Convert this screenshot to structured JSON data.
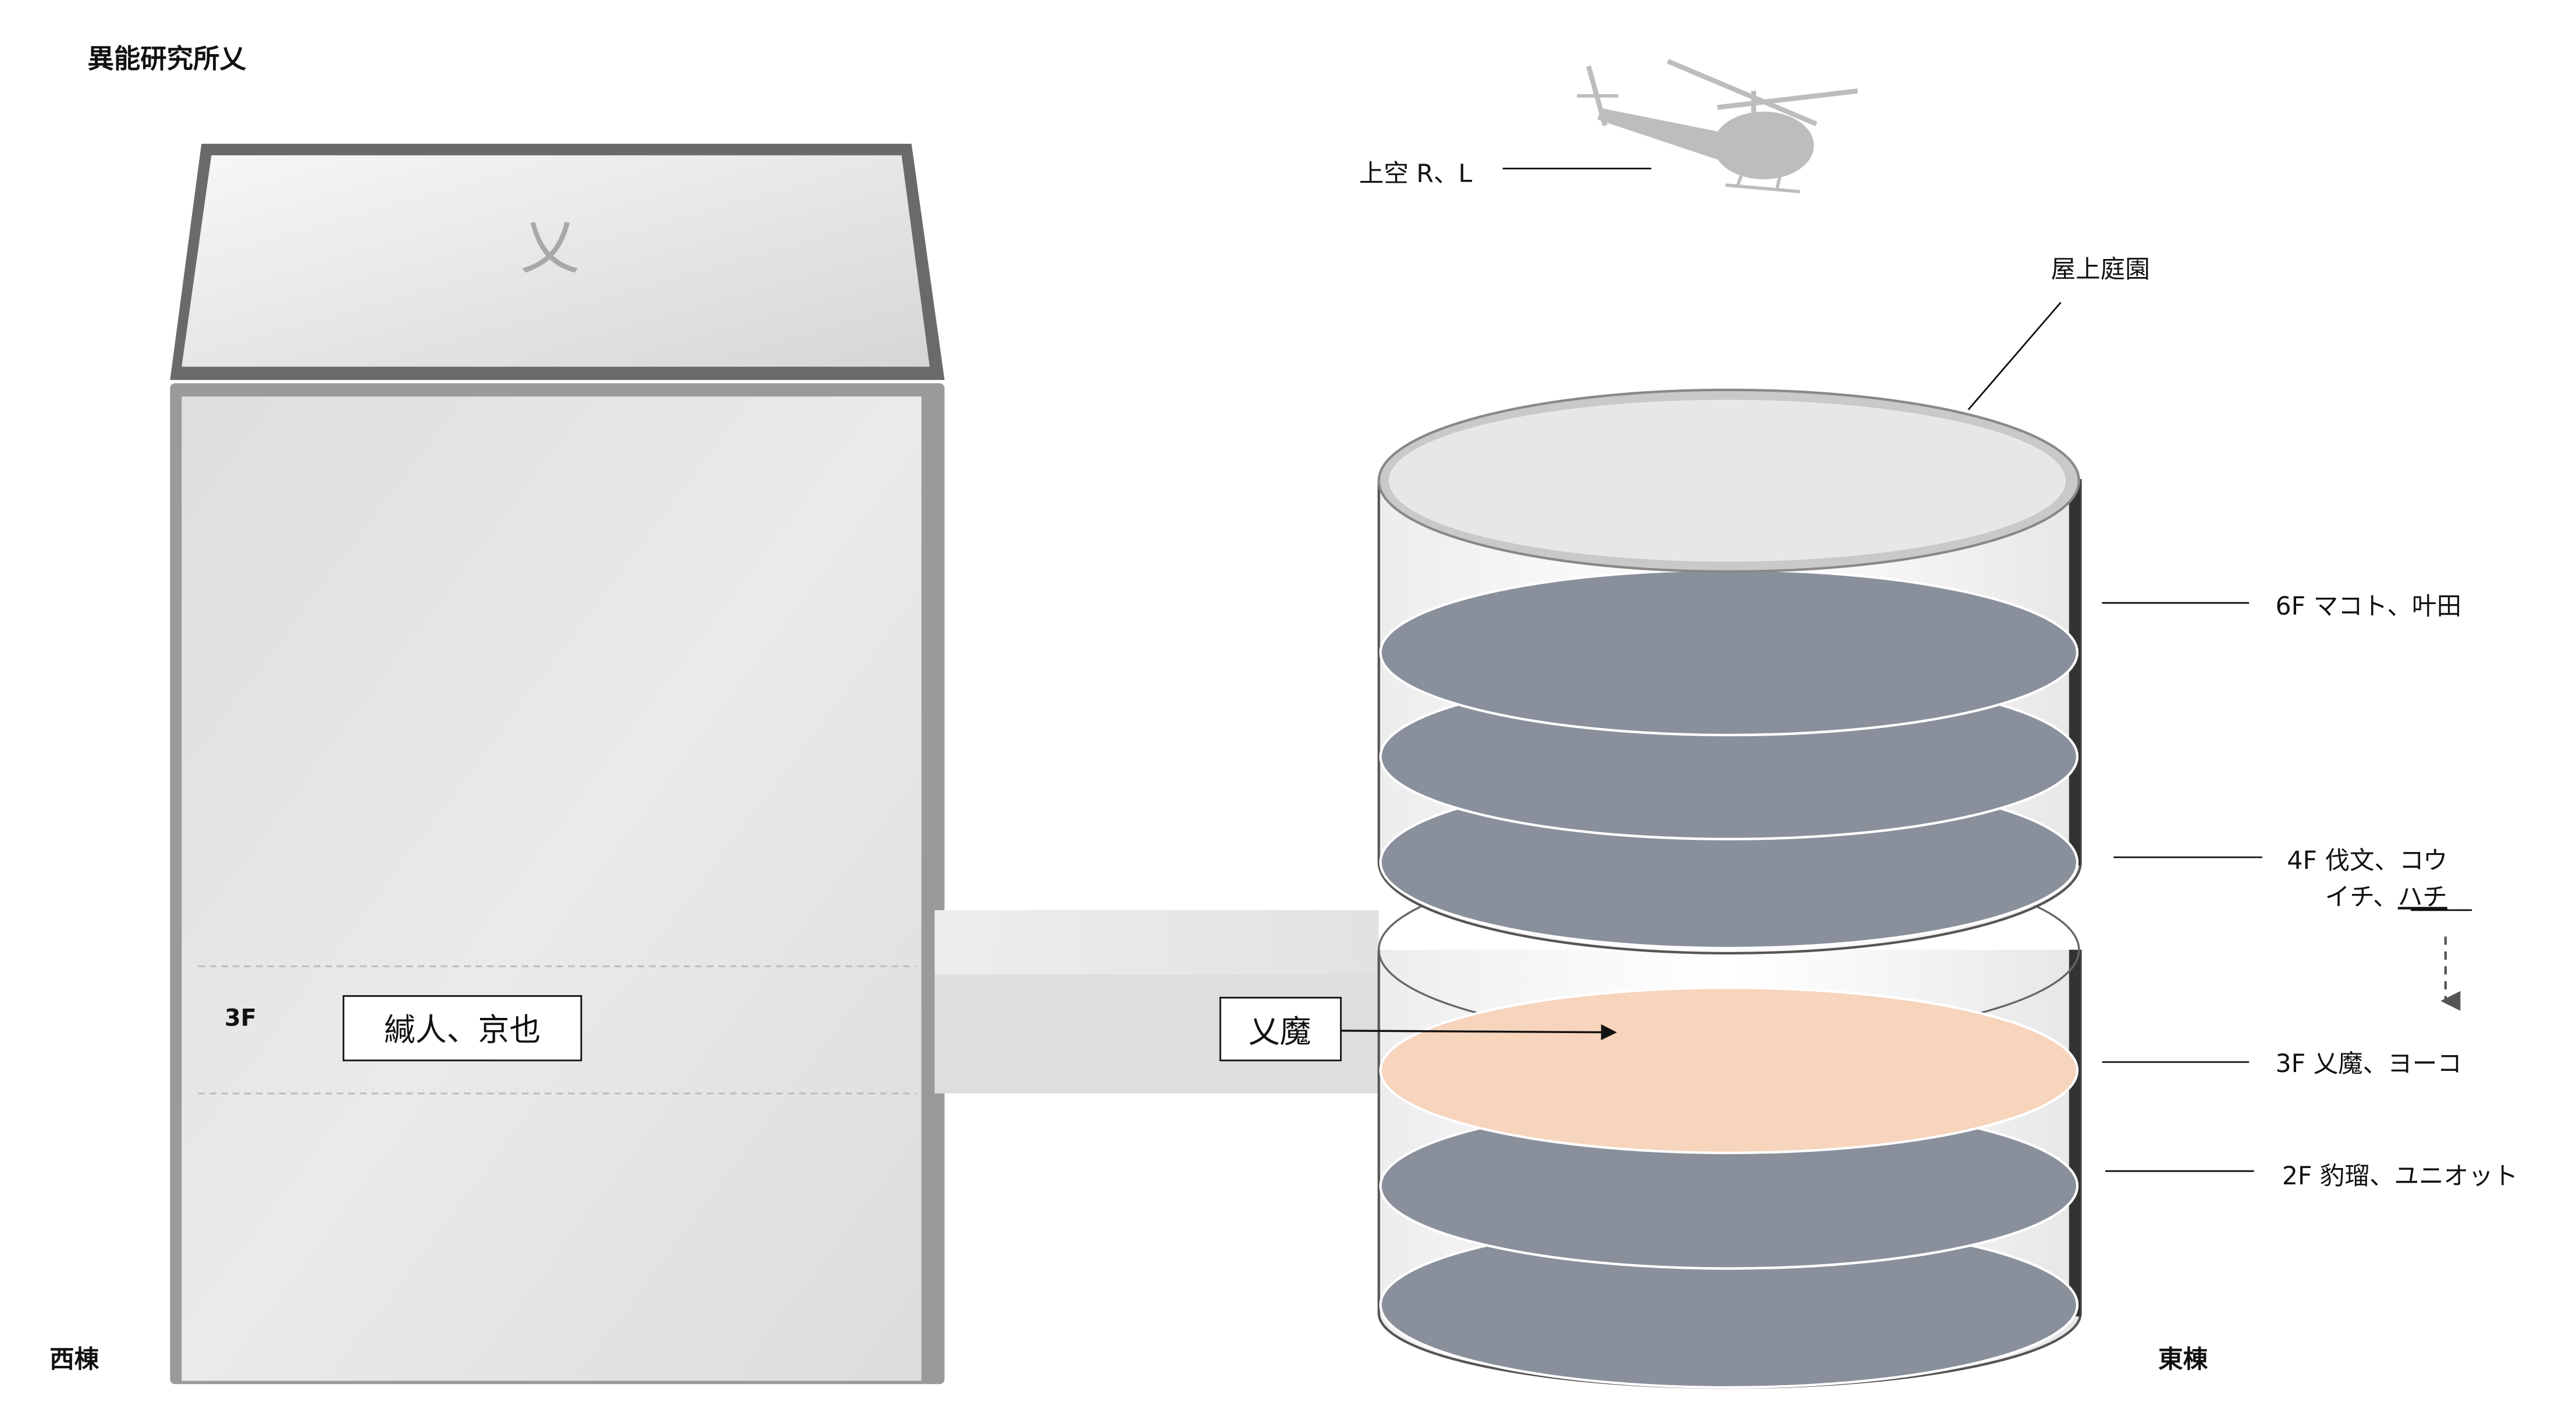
{
  "title": "異能研究所乂",
  "west_building": {
    "label": "西棟",
    "roof_mark": "乂",
    "floor_label": "3F",
    "occupants_box": "緘人、京也"
  },
  "corridor": {
    "occupant_box": "乂魔"
  },
  "east_building": {
    "label": "東棟",
    "rooftop_label": "屋上庭園",
    "floors": [
      {
        "line1": "6F マコト、叶田"
      },
      {
        "line1": "4F 伐文、コウ",
        "line2_plain": "イチ、",
        "line2_underlined": "ハチ"
      },
      {
        "line1": "3F 乂魔、ヨーコ"
      },
      {
        "line1": "2F 豹瑠、ユニオット"
      }
    ]
  },
  "sky": {
    "label": "上空 R、L",
    "icon": "helicopter-icon"
  },
  "colors": {
    "highlight_floor": "#f7d4bc",
    "floor_disk": "#8a909b",
    "building": "#e4e4e6"
  }
}
